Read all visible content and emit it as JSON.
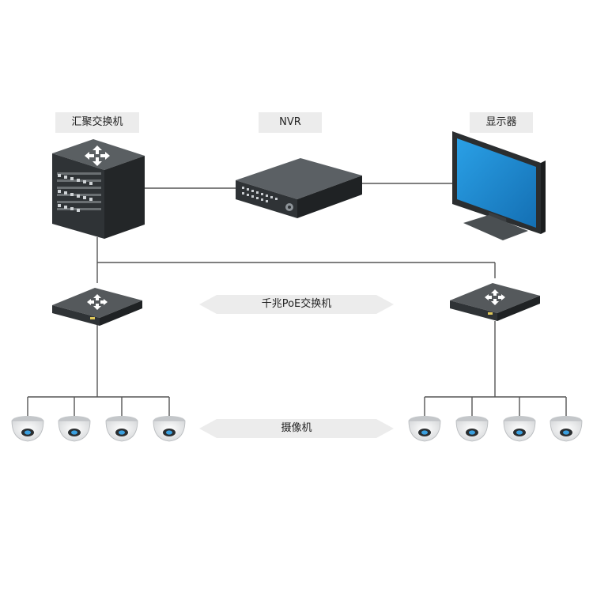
{
  "labels": {
    "aggregation_switch": "汇聚交换机",
    "nvr": "NVR",
    "monitor": "显示器",
    "poe_switch": "千兆PoE交换机",
    "cameras": "摄像机"
  },
  "icons": {
    "aggregation_switch": "core-switch-icon",
    "nvr": "nvr-recorder-icon",
    "monitor": "monitor-icon",
    "poe_switch": "poe-switch-icon",
    "camera": "dome-camera-icon"
  },
  "colors": {
    "device_dark": "#2f3336",
    "device_mid": "#3f4447",
    "screen_blue": "#1f8ad0",
    "line": "#555555",
    "label_bg": "#ececec"
  }
}
